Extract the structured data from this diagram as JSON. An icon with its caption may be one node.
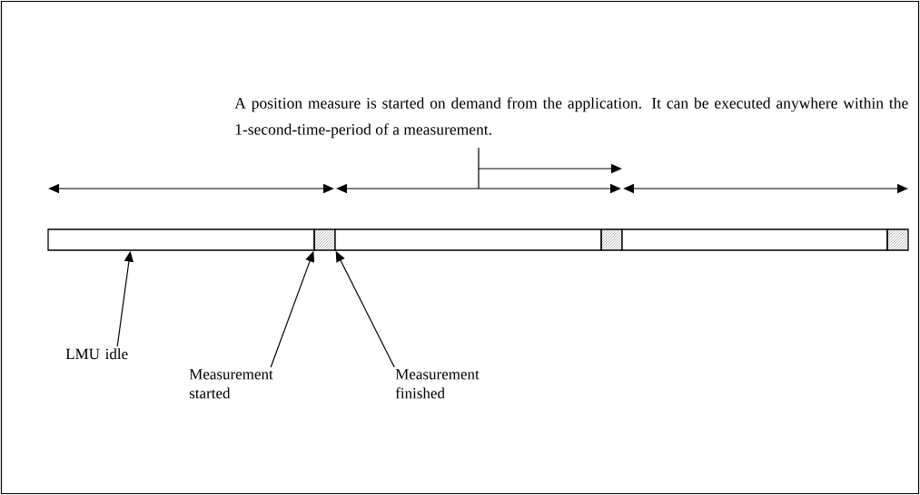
{
  "diagram": {
    "nodes": [
      {
        "text": [],
        "shape": "box"
      },
      {
        "text": [],
        "shape": "box"
      },
      {
        "text": [],
        "shape": "box"
      },
      {
        "text": [],
        "shape": "box"
      },
      {
        "text": [],
        "shape": "box"
      },
      {
        "text": [],
        "shape": "box"
      },
      {
        "text": [
          "LMU idle"
        ]
      },
      {
        "text": [
          "Measurement started"
        ]
      },
      {
        "text": [
          "Measurement finished"
        ]
      }
    ],
    "edges": [
      {
        "from": 6,
        "to": 0,
        "arrow": "to"
      },
      {
        "from": 7,
        "to": 1,
        "arrow": "to"
      },
      {
        "from": 8,
        "to": 1,
        "arrow": "to"
      }
    ],
    "labels": [
      "A position measure is started on demand from the application. It can be executed anywhere within the 1-second-time-period of a measurement."
    ]
  }
}
